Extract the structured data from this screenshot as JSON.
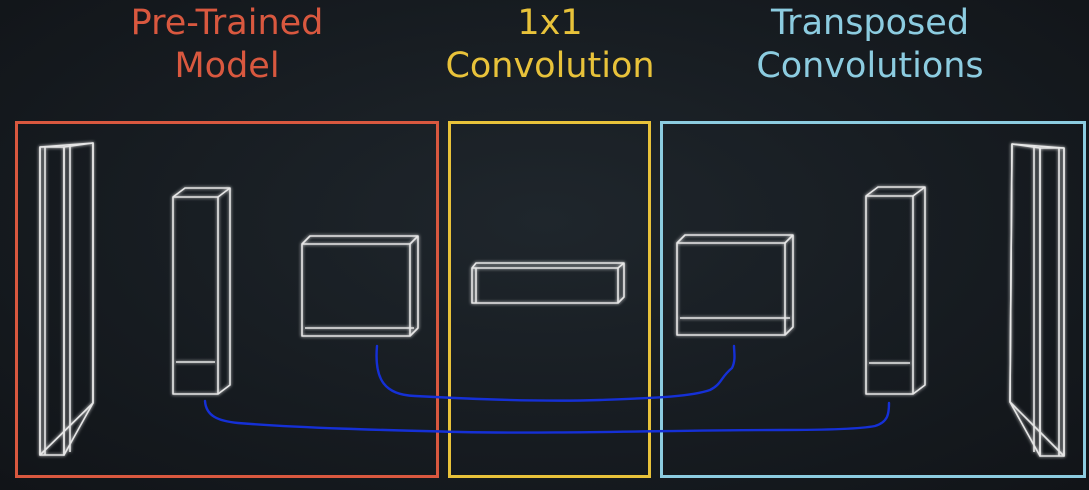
{
  "sections": {
    "pretrained": {
      "line1": "Pre-Trained",
      "line2": "Model",
      "color": "#d9583f"
    },
    "one_by_one": {
      "line1": "1x1",
      "line2": "Convolution",
      "color": "#e8c23a"
    },
    "transposed": {
      "line1": "Transposed",
      "line2": "Convolutions",
      "color": "#8ccce0"
    }
  },
  "colors": {
    "block_stroke": "#e6e6e6",
    "skip_connection": "#1530d6"
  }
}
